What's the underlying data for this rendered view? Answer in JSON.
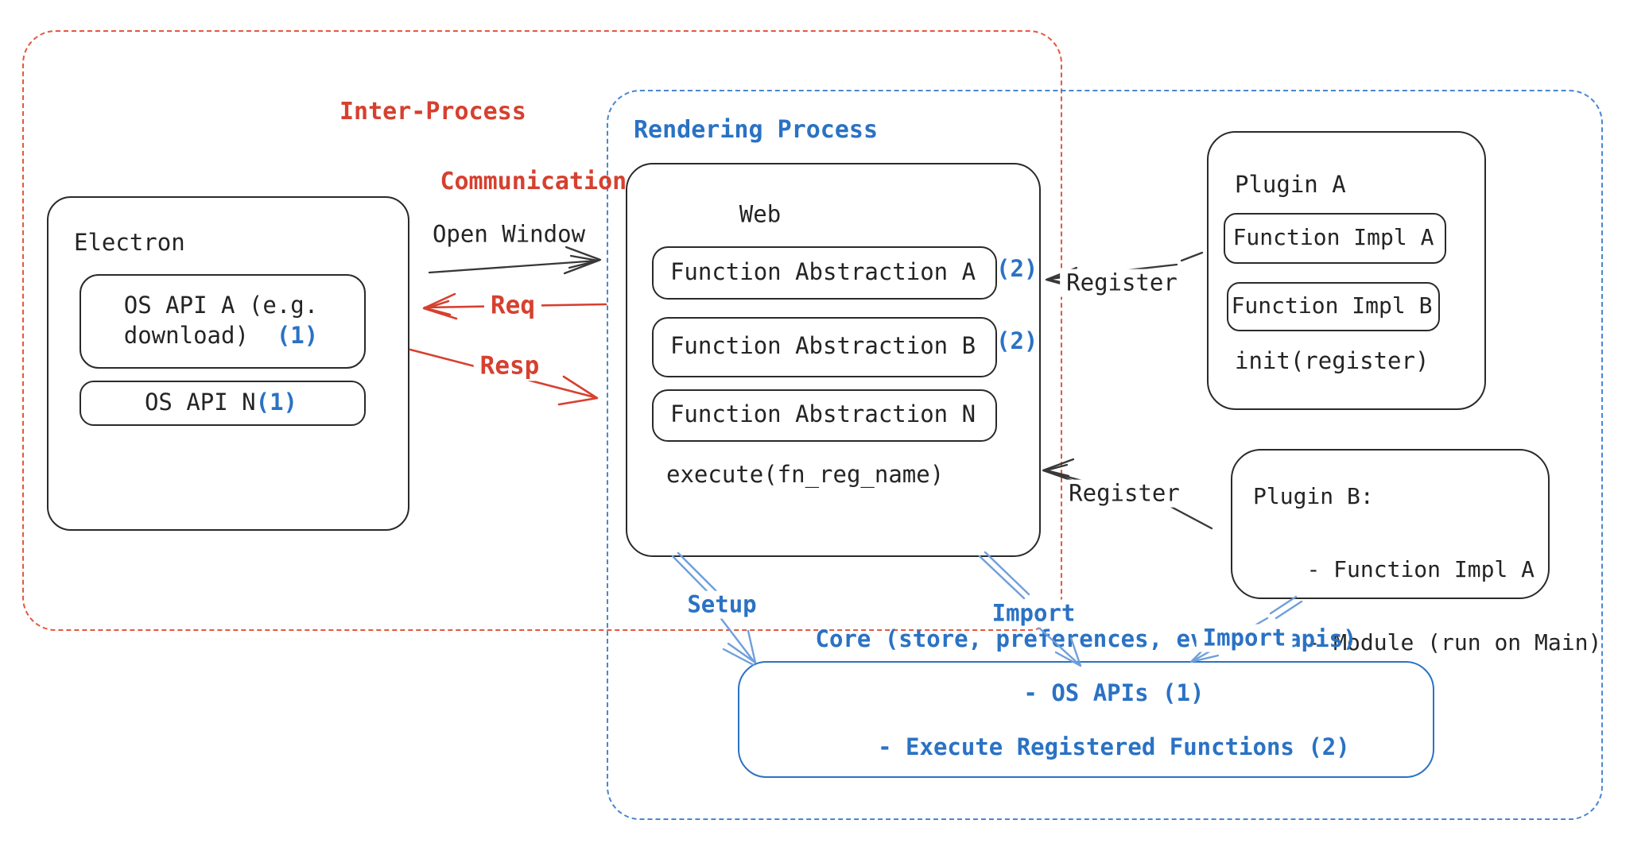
{
  "diagram": {
    "ipc": {
      "label_line1": "Inter-Process",
      "label_line2": "Communication"
    },
    "rendering": {
      "label": "Rendering Process"
    },
    "electron": {
      "title": "Electron",
      "api_a_line1": "OS API A (e.g.",
      "api_a_line2": "download)",
      "api_a_badge": "(1)",
      "api_n": "OS API N",
      "api_n_badge": "(1)"
    },
    "web": {
      "title": "Web",
      "fa_a": "Function Abstraction A",
      "fa_a_badge": "(2)",
      "fa_b": "Function Abstraction B",
      "fa_b_badge": "(2)",
      "fa_n": "Function Abstraction N",
      "execute": "execute(fn_reg_name)"
    },
    "plugin_a": {
      "title": "Plugin A",
      "impl_a": "Function Impl A",
      "impl_b": "Function Impl B",
      "init": "init(register)"
    },
    "plugin_b": {
      "line1": "Plugin B:",
      "line2": "- Function Impl A",
      "line3": "- Module (run on Main)"
    },
    "core": {
      "line1": "Core (store, preferences, events, apis)",
      "line2": "- OS APIs (1)",
      "line3": "- Execute Registered Functions (2)"
    },
    "labels": {
      "open_window": "Open Window",
      "req": "Req",
      "resp": "Resp",
      "register1": "Register",
      "register2": "Register",
      "setup": "Setup",
      "import1": "Import",
      "import2": "Import"
    },
    "colors": {
      "red": "#d6402f",
      "red_dash": "#e4573f",
      "blue": "#2a72c4",
      "blue_dash": "#4a86cf",
      "blue_light": "#6f9fdb",
      "ink": "#2a2a2a"
    }
  }
}
